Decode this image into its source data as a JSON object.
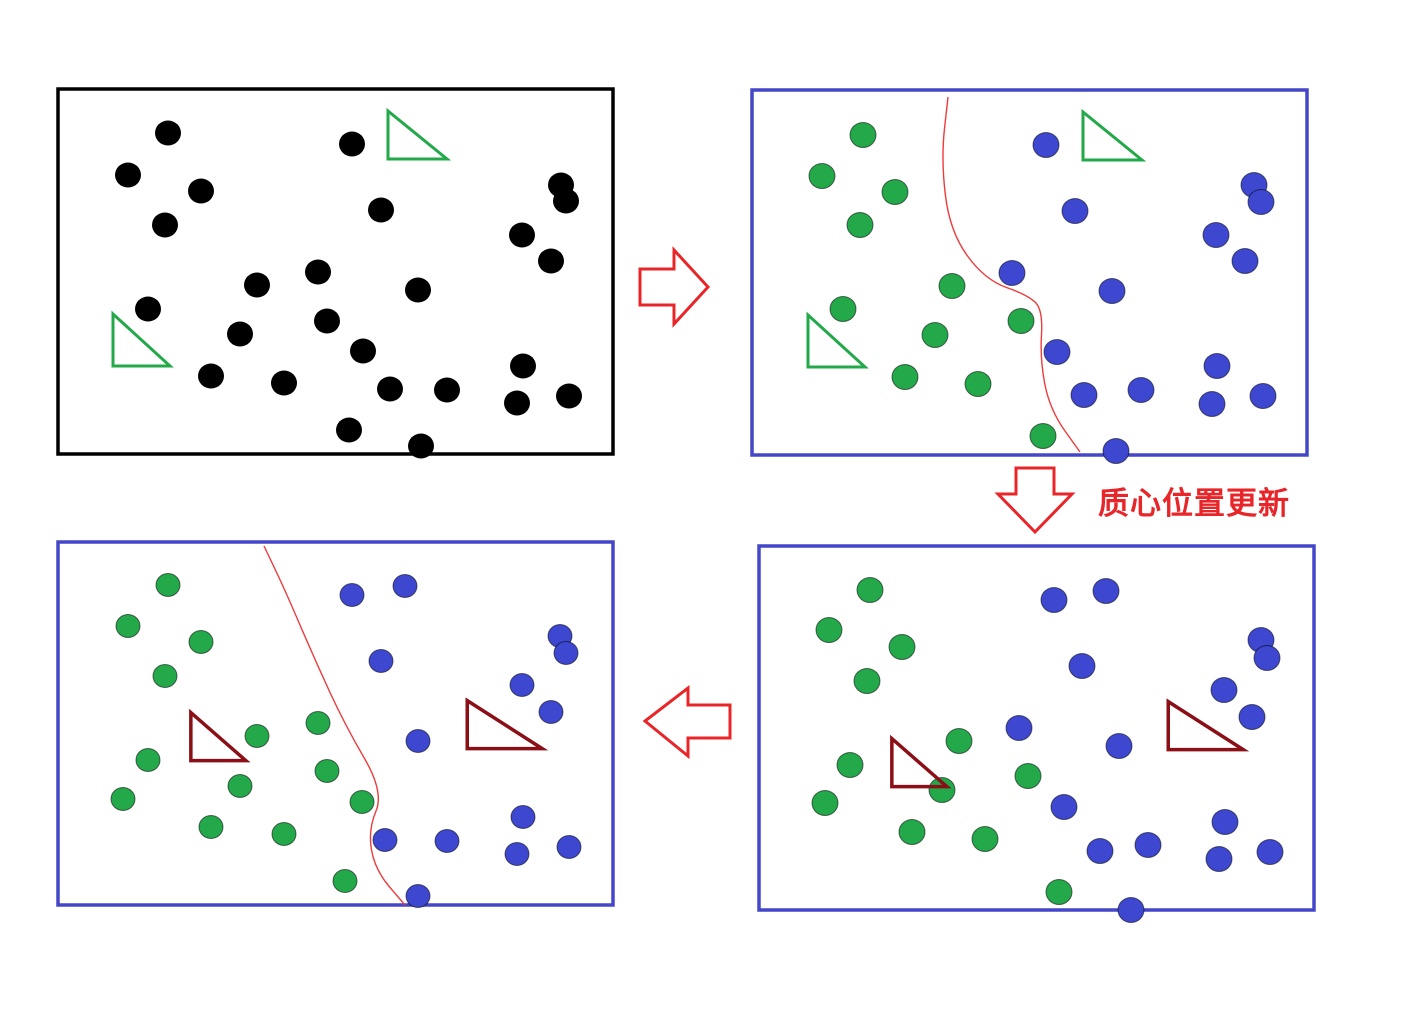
{
  "caption": "质心位置更新",
  "colors": {
    "unassigned": "#000000",
    "cluster_a": "#23a84a",
    "cluster_b": "#3d47d0",
    "initial_frame": "#000000",
    "cluster_frame": "#4347c8",
    "boundary": "#ee3b3b",
    "arrow": "#e8262a",
    "caption": "#e8262a",
    "initial_centroid": "#23a84a",
    "updated_centroid": "#8b0f16"
  },
  "icons": {
    "step_arrow": "hollow-arrow-icon",
    "centroid": "triangle-icon"
  },
  "panels": [
    {
      "id": "step-1-initial",
      "phase": "random-initial-centroids",
      "centroid_type": "initial",
      "colored": false,
      "points": [
        [
          168,
          133
        ],
        [
          352,
          144
        ],
        [
          128,
          175
        ],
        [
          201,
          191
        ],
        [
          561,
          185
        ],
        [
          566,
          201
        ],
        [
          381,
          210
        ],
        [
          165,
          225
        ],
        [
          522,
          235
        ],
        [
          551,
          261
        ],
        [
          257,
          285
        ],
        [
          318,
          272
        ],
        [
          418,
          290
        ],
        [
          148,
          309
        ],
        [
          327,
          321
        ],
        [
          240,
          334
        ],
        [
          363,
          351
        ],
        [
          523,
          366
        ],
        [
          211,
          376
        ],
        [
          284,
          383
        ],
        [
          390,
          389
        ],
        [
          447,
          390
        ],
        [
          569,
          396
        ],
        [
          517,
          403
        ],
        [
          349,
          430
        ],
        [
          421,
          446
        ]
      ],
      "centroids": [
        [
          402,
          141,
          "b"
        ],
        [
          131,
          347,
          "a"
        ]
      ]
    },
    {
      "id": "step-2-assigned",
      "phase": "assign-to-nearest-centroid",
      "centroid_type": "initial",
      "colored": true,
      "points": [
        [
          863,
          135,
          "a"
        ],
        [
          822,
          176,
          "a"
        ],
        [
          895,
          192,
          "a"
        ],
        [
          860,
          225,
          "a"
        ],
        [
          952,
          286,
          "a"
        ],
        [
          843,
          309,
          "a"
        ],
        [
          935,
          335,
          "a"
        ],
        [
          1021,
          321,
          "a"
        ],
        [
          905,
          377,
          "a"
        ],
        [
          978,
          384,
          "a"
        ],
        [
          1043,
          436,
          "a"
        ],
        [
          1046,
          145,
          "b"
        ],
        [
          1254,
          185,
          "b"
        ],
        [
          1261,
          202,
          "b"
        ],
        [
          1075,
          211,
          "b"
        ],
        [
          1216,
          235,
          "b"
        ],
        [
          1245,
          261,
          "b"
        ],
        [
          1012,
          273,
          "b"
        ],
        [
          1112,
          291,
          "b"
        ],
        [
          1057,
          352,
          "b"
        ],
        [
          1217,
          366,
          "b"
        ],
        [
          1084,
          395,
          "b"
        ],
        [
          1141,
          390,
          "b"
        ],
        [
          1263,
          396,
          "b"
        ],
        [
          1212,
          404,
          "b"
        ],
        [
          1116,
          451,
          "b"
        ]
      ],
      "centroids": [
        [
          1097,
          142,
          "b"
        ],
        [
          826,
          348,
          "a"
        ]
      ],
      "boundary": [
        [
          948,
          97
        ],
        [
          941,
          160
        ],
        [
          950,
          232
        ],
        [
          985,
          280
        ],
        [
          1028,
          295
        ],
        [
          1043,
          310
        ],
        [
          1040,
          360
        ],
        [
          1050,
          410
        ],
        [
          1080,
          452
        ]
      ]
    },
    {
      "id": "step-3-updated",
      "phase": "centroids-moved-to-cluster-mean",
      "centroid_type": "updated",
      "colored": true,
      "points": [
        [
          870,
          590,
          "a"
        ],
        [
          829,
          630,
          "a"
        ],
        [
          902,
          647,
          "a"
        ],
        [
          867,
          681,
          "a"
        ],
        [
          959,
          741,
          "a"
        ],
        [
          850,
          765,
          "a"
        ],
        [
          942,
          790,
          "a"
        ],
        [
          1028,
          776,
          "a"
        ],
        [
          912,
          832,
          "a"
        ],
        [
          985,
          839,
          "a"
        ],
        [
          1059,
          892,
          "a"
        ],
        [
          825,
          803,
          "a"
        ],
        [
          1054,
          600,
          "b"
        ],
        [
          1106,
          591,
          "b"
        ],
        [
          1261,
          640,
          "b"
        ],
        [
          1267,
          658,
          "b"
        ],
        [
          1082,
          666,
          "b"
        ],
        [
          1224,
          690,
          "b"
        ],
        [
          1252,
          717,
          "b"
        ],
        [
          1019,
          728,
          "b"
        ],
        [
          1119,
          746,
          "b"
        ],
        [
          1064,
          807,
          "b"
        ],
        [
          1225,
          822,
          "b"
        ],
        [
          1100,
          851,
          "b"
        ],
        [
          1148,
          845,
          "b"
        ],
        [
          1270,
          852,
          "b"
        ],
        [
          1219,
          859,
          "b"
        ],
        [
          1131,
          910,
          "b"
        ]
      ],
      "centroids": [
        [
          910,
          765,
          "updated"
        ],
        [
          1193,
          728,
          "updated"
        ]
      ]
    },
    {
      "id": "step-4-reassigned",
      "phase": "reassign-with-updated-centroids",
      "centroid_type": "updated",
      "colored": true,
      "points": [
        [
          168,
          585,
          "a"
        ],
        [
          128,
          626,
          "a"
        ],
        [
          201,
          642,
          "a"
        ],
        [
          165,
          676,
          "a"
        ],
        [
          257,
          736,
          "a"
        ],
        [
          318,
          723,
          "a"
        ],
        [
          148,
          760,
          "a"
        ],
        [
          240,
          786,
          "a"
        ],
        [
          327,
          771,
          "a"
        ],
        [
          362,
          802,
          "a"
        ],
        [
          123,
          799,
          "a"
        ],
        [
          211,
          827,
          "a"
        ],
        [
          284,
          834,
          "a"
        ],
        [
          345,
          881,
          "a"
        ],
        [
          352,
          595,
          "b"
        ],
        [
          405,
          586,
          "b"
        ],
        [
          560,
          636,
          "b"
        ],
        [
          566,
          653,
          "b"
        ],
        [
          381,
          661,
          "b"
        ],
        [
          522,
          685,
          "b"
        ],
        [
          551,
          712,
          "b"
        ],
        [
          418,
          741,
          "b"
        ],
        [
          523,
          817,
          "b"
        ],
        [
          385,
          840,
          "b"
        ],
        [
          447,
          841,
          "b"
        ],
        [
          569,
          847,
          "b"
        ],
        [
          517,
          854,
          "b"
        ],
        [
          418,
          896,
          "b"
        ]
      ],
      "centroids": [
        [
          209,
          739,
          "updated"
        ],
        [
          492,
          727,
          "updated"
        ]
      ],
      "boundary": [
        [
          264,
          546
        ],
        [
          285,
          590
        ],
        [
          315,
          660
        ],
        [
          345,
          725
        ],
        [
          384,
          792
        ],
        [
          368,
          830
        ],
        [
          375,
          870
        ],
        [
          405,
          905
        ]
      ]
    }
  ]
}
